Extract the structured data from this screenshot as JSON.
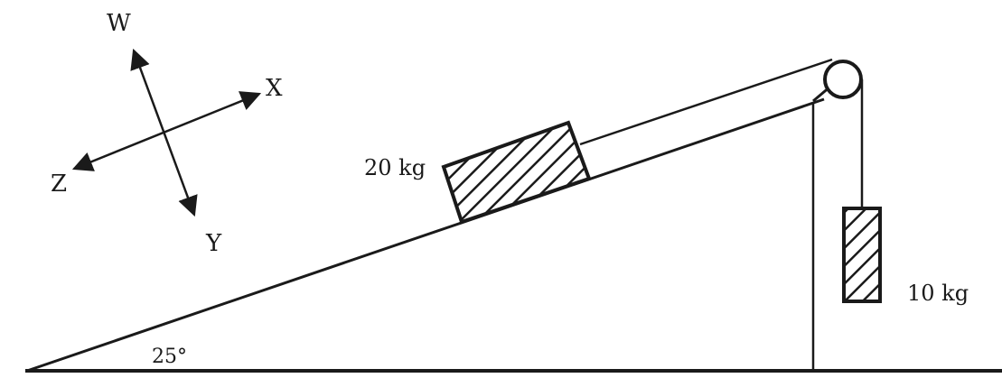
{
  "axes": {
    "w_label": "W",
    "x_label": "X",
    "y_label": "Y",
    "z_label": "Z"
  },
  "incline": {
    "angle_label": "25°"
  },
  "blocks": {
    "on_incline_label": "20 kg",
    "hanging_label": "10 kg"
  },
  "colors": {
    "ink": "#1a1a1a",
    "background": "#ffffff"
  }
}
